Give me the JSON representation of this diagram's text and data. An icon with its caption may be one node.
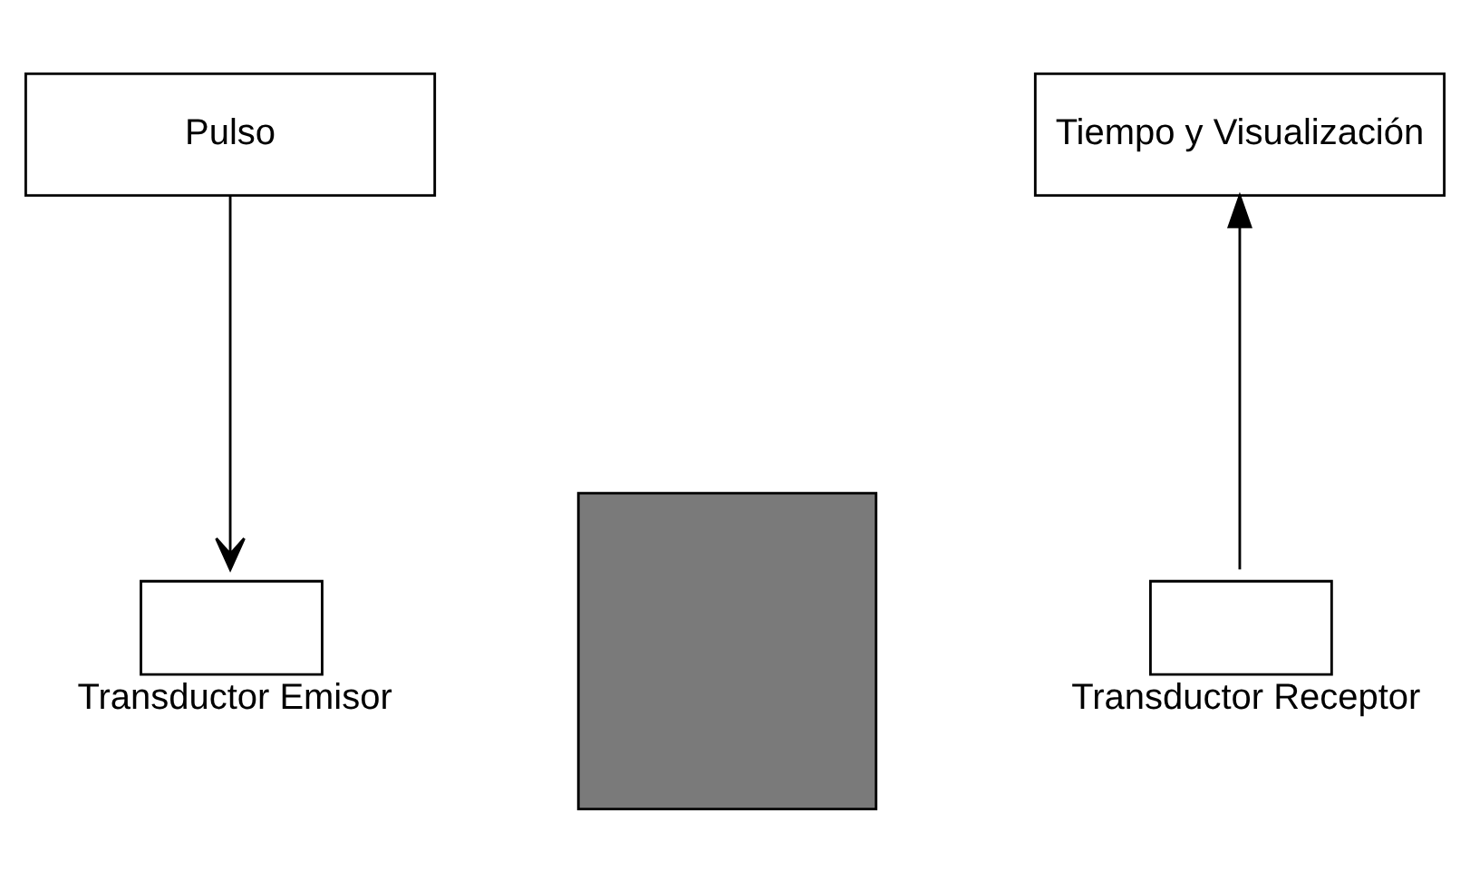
{
  "diagram": {
    "nodes": [
      {
        "text": [
          "Pulso"
        ]
      },
      {
        "text": [
          "Tiempo y Visualización"
        ]
      },
      {
        "text": [
          "Transductor Emisor"
        ]
      },
      {
        "text": [],
        "shape": "box"
      },
      {
        "text": [
          "Transductor Receptor"
        ]
      }
    ],
    "edges": [
      {
        "from": 0,
        "to": 2,
        "arrow": "to"
      },
      {
        "from": 4,
        "to": 1,
        "arrow": "to"
      }
    ]
  }
}
